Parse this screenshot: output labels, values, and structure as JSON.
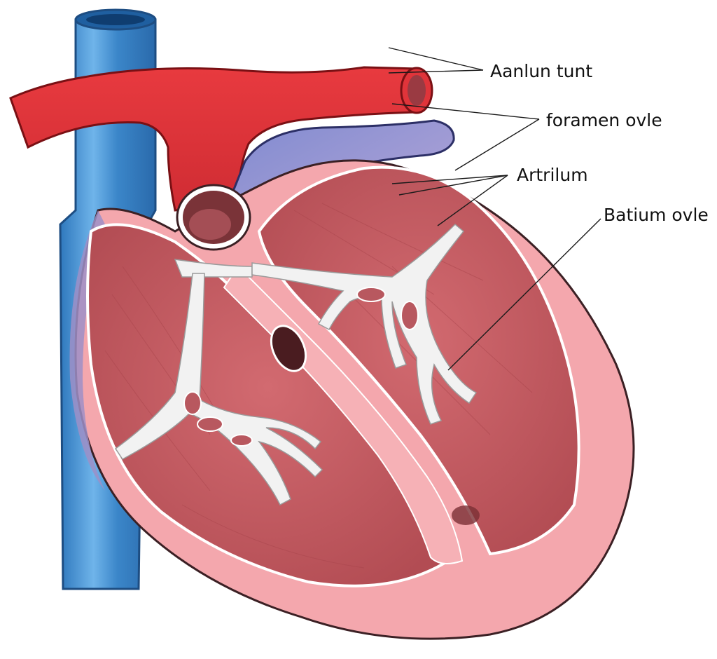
{
  "labels": {
    "aanlun_tunt": "Aanlun tunt",
    "foramen_ovle": "foramen ovle",
    "artrilum": "Artrilum",
    "batium_ovle": "Batium ovle"
  },
  "colors": {
    "vena_cava": "#3b86c9",
    "aorta": "#e0343a",
    "pulmonary": "#8f98d6",
    "myocardium": "#f4a7ad",
    "chamber": "#c45a60",
    "valve_tissue": "#f2f2f2"
  }
}
